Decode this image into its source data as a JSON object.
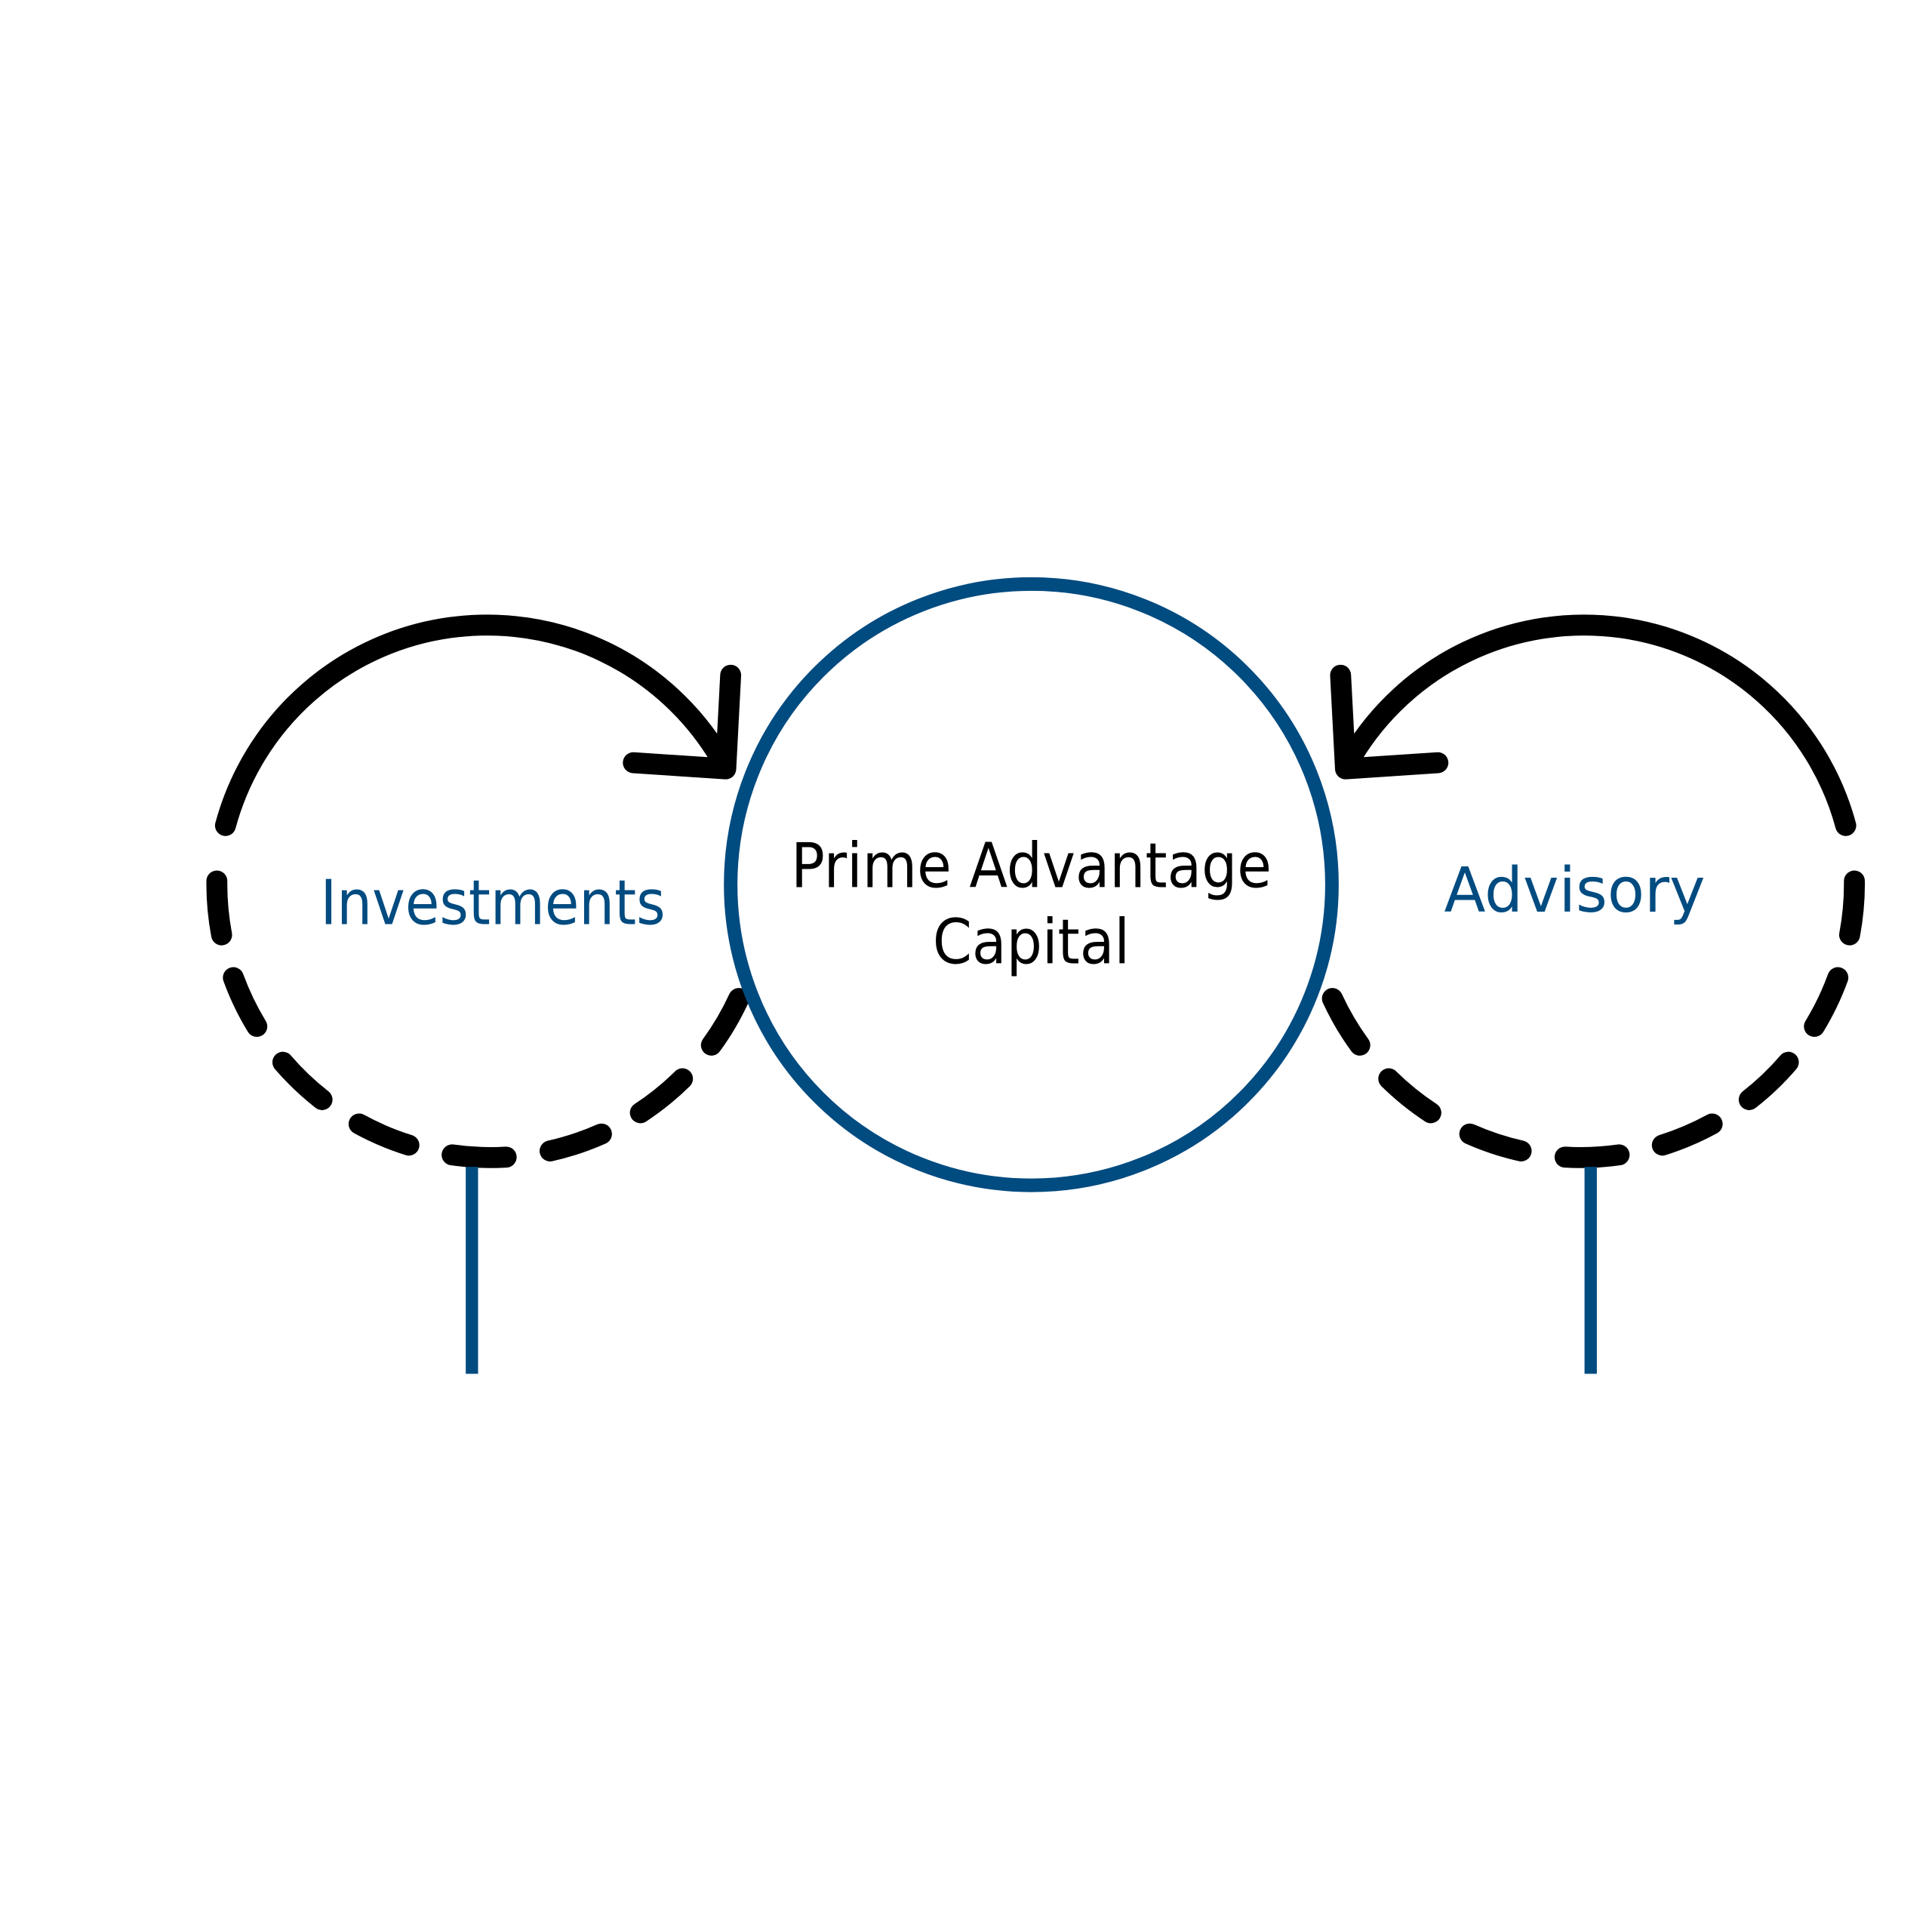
{
  "center": {
    "line1": "Prime Advantage",
    "line2": "Capital"
  },
  "left_label": "Investments",
  "right_label": "Advisory",
  "colors": {
    "accent": "#004b80",
    "arrow": "#000000",
    "text": "#000000"
  }
}
